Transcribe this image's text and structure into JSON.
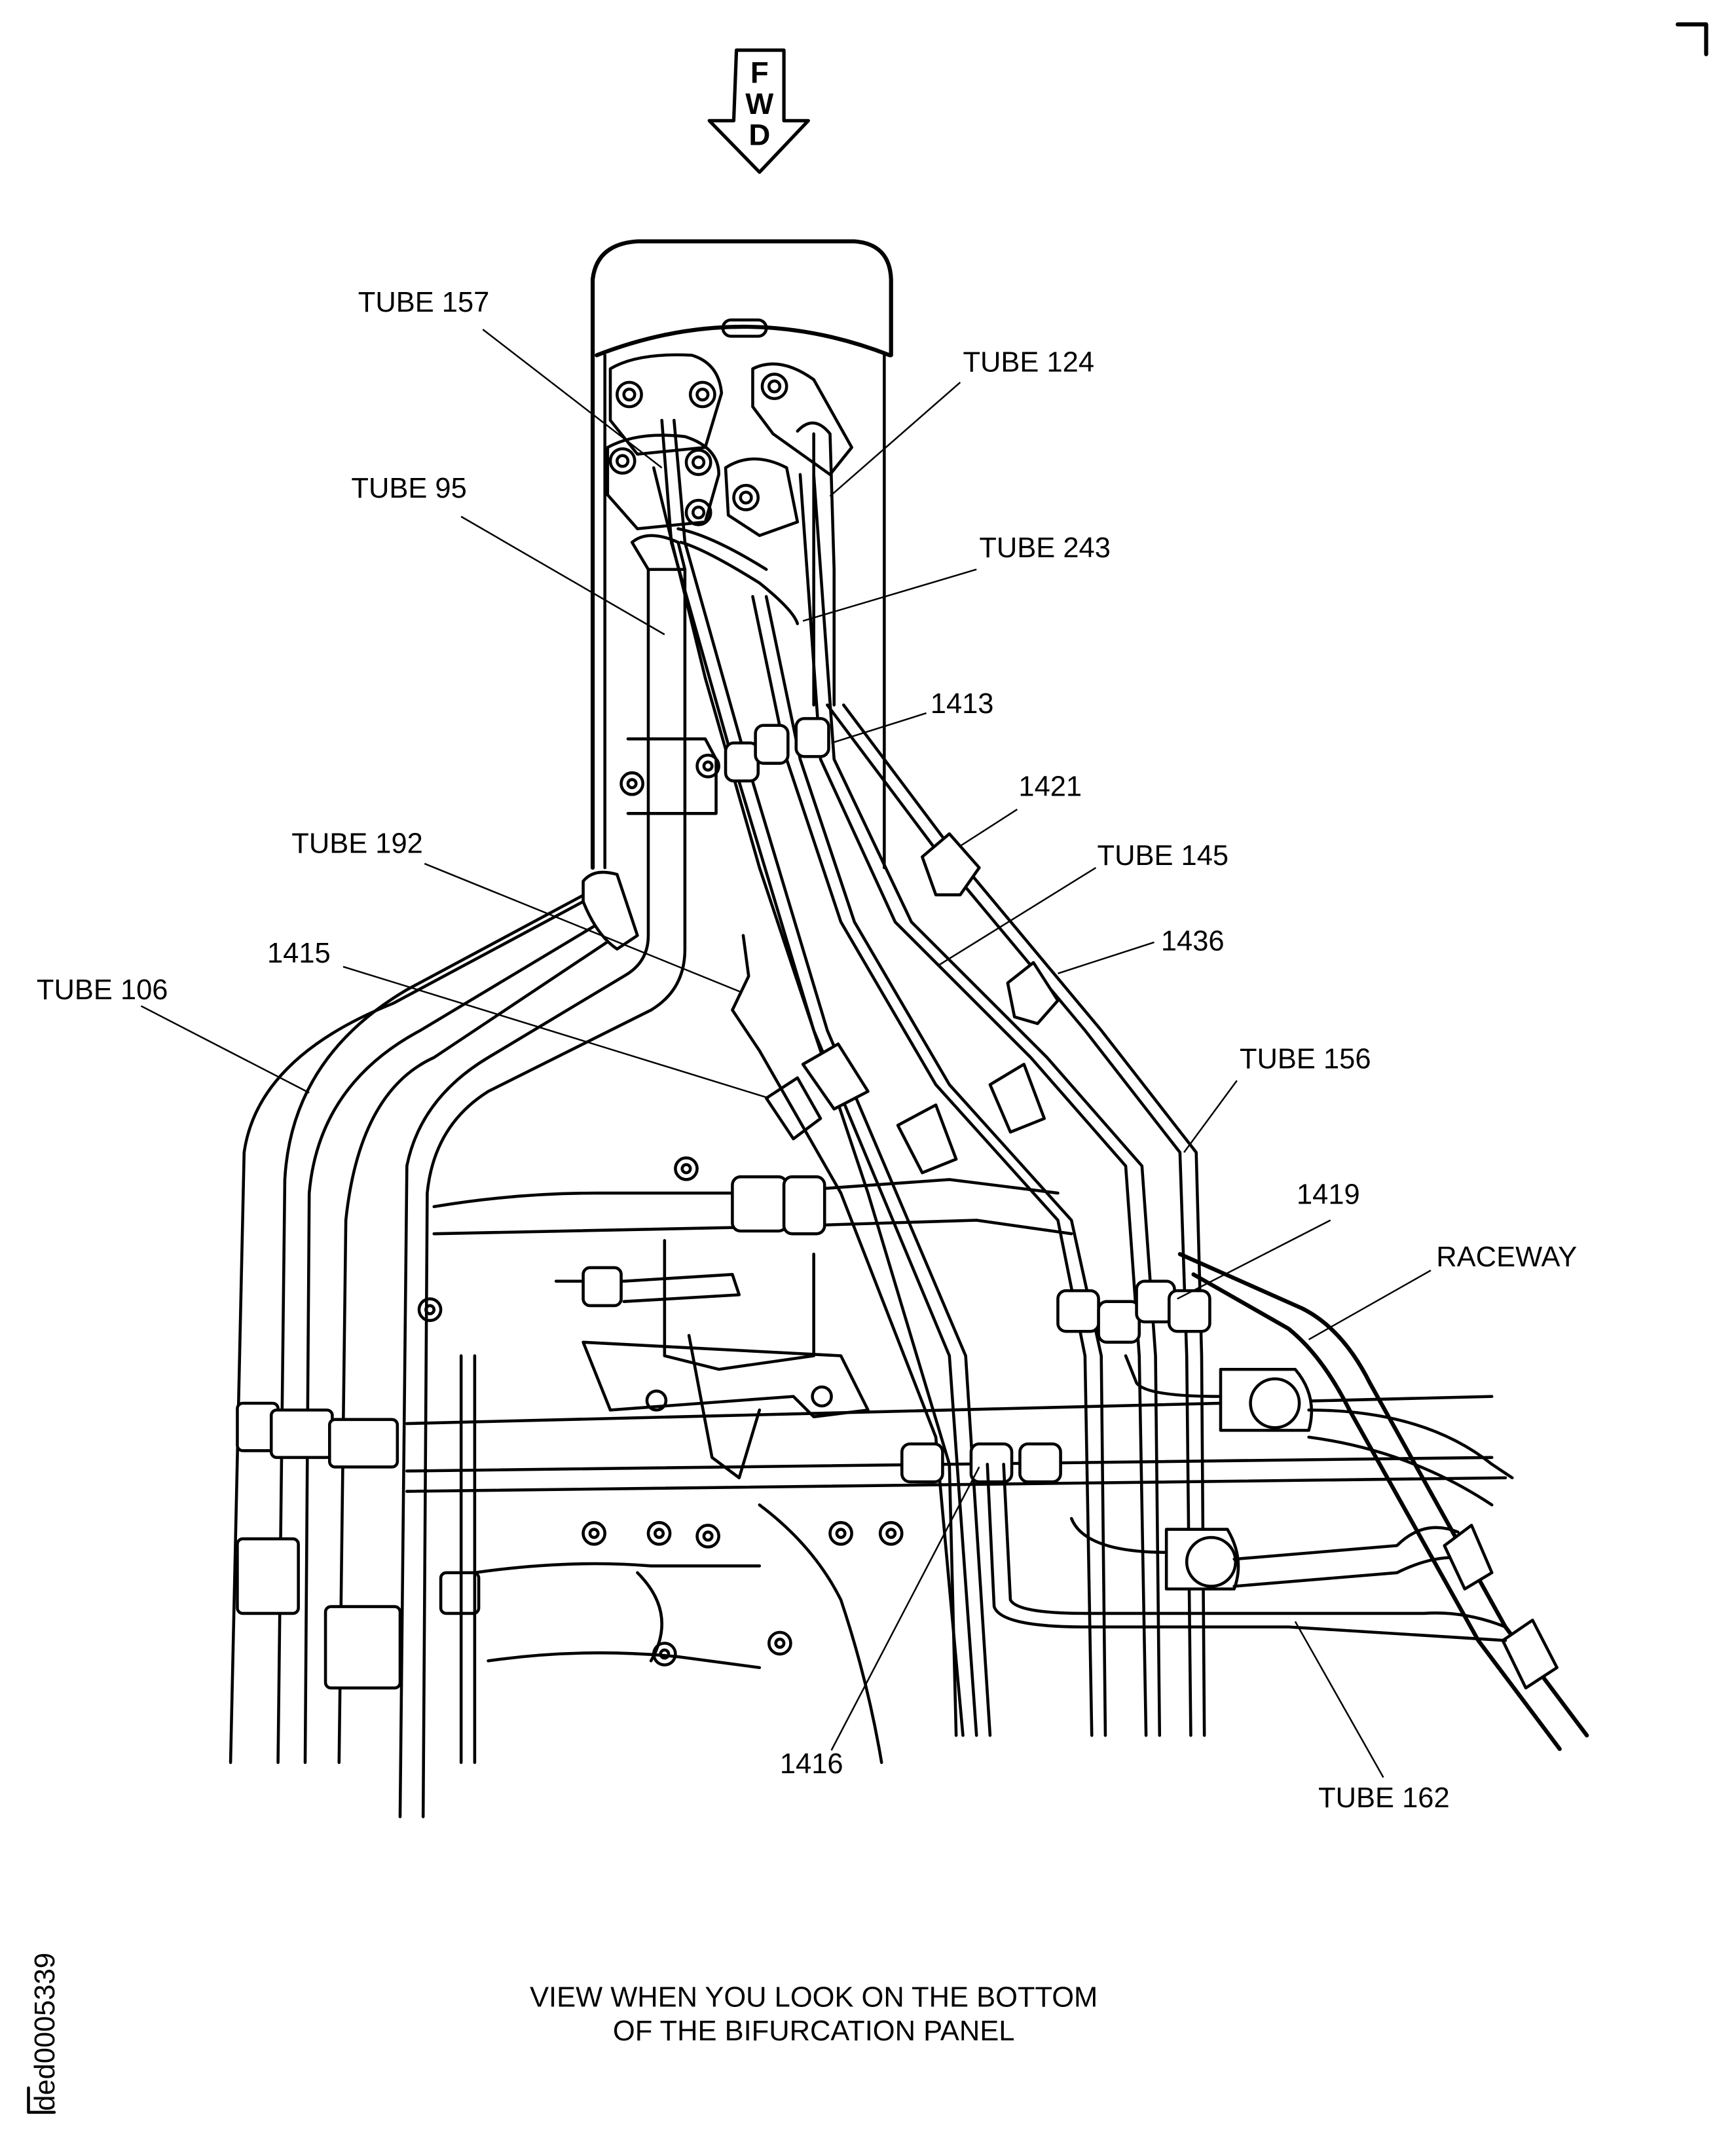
{
  "figure": {
    "drawing_id": "ded0005339",
    "orientation_arrow": {
      "letters": [
        "F",
        "W",
        "D"
      ],
      "meaning": "forward"
    },
    "caption": {
      "line1": "VIEW WHEN YOU LOOK ON THE BOTTOM",
      "line2": "OF THE BIFURCATION PANEL"
    },
    "callouts": [
      {
        "id": "tube-157",
        "text": "TUBE 157"
      },
      {
        "id": "tube-124",
        "text": "TUBE 124"
      },
      {
        "id": "tube-95",
        "text": "TUBE 95"
      },
      {
        "id": "tube-243",
        "text": "TUBE 243"
      },
      {
        "id": "clamp-1413",
        "text": "1413"
      },
      {
        "id": "clamp-1421",
        "text": "1421"
      },
      {
        "id": "tube-145",
        "text": "TUBE 145"
      },
      {
        "id": "tube-192",
        "text": "TUBE 192"
      },
      {
        "id": "clamp-1436",
        "text": "1436"
      },
      {
        "id": "clamp-1415",
        "text": "1415"
      },
      {
        "id": "tube-106",
        "text": "TUBE 106"
      },
      {
        "id": "tube-156",
        "text": "TUBE 156"
      },
      {
        "id": "clamp-1419",
        "text": "1419"
      },
      {
        "id": "raceway",
        "text": "RACEWAY"
      },
      {
        "id": "clamp-1416",
        "text": "1416"
      },
      {
        "id": "tube-162",
        "text": "TUBE 162"
      }
    ]
  }
}
